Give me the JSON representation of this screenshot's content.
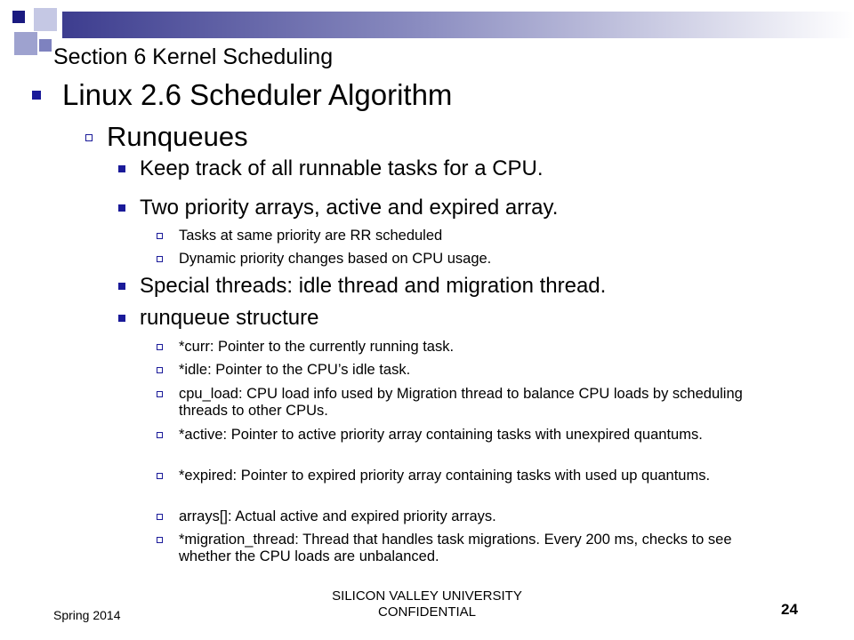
{
  "slide": {
    "section_title": "Section 6  Kernel Scheduling",
    "heading": "Linux 2.6 Scheduler Algorithm",
    "subheading": "Runqueues",
    "points": [
      {
        "text": "Keep track of all runnable tasks for a CPU.",
        "subpoints": []
      },
      {
        "text": "Two priority arrays, active and expired array.",
        "subpoints": [
          "Tasks at same priority are RR scheduled",
          "Dynamic priority changes based on CPU usage."
        ]
      },
      {
        "text": "Special threads: idle thread and migration thread.",
        "subpoints": []
      },
      {
        "text": "runqueue structure",
        "subpoints": [
          "*curr: Pointer to the currently running task.",
          "*idle: Pointer to the CPU’s idle task.",
          "cpu_load: CPU load info used by Migration thread to balance CPU loads by scheduling threads to other CPUs.",
          "*active: Pointer to active priority array containing tasks with unexpired quantums.",
          "*expired: Pointer to expired priority array containing tasks with used up quantums.",
          "arrays[]: Actual active and expired priority arrays.",
          "*migration_thread: Thread that handles task migrations. Every 200 ms, checks to see whether the CPU loads are unbalanced."
        ]
      }
    ]
  },
  "footer": {
    "date": "Spring 2014",
    "center": "SILICON VALLEY UNIVERSITY CONFIDENTIAL",
    "page_number": "24"
  },
  "colors": {
    "accent": "#1a1a99",
    "gradient_dark": "#3d3d8f",
    "square_light": "#b0b4d8"
  }
}
